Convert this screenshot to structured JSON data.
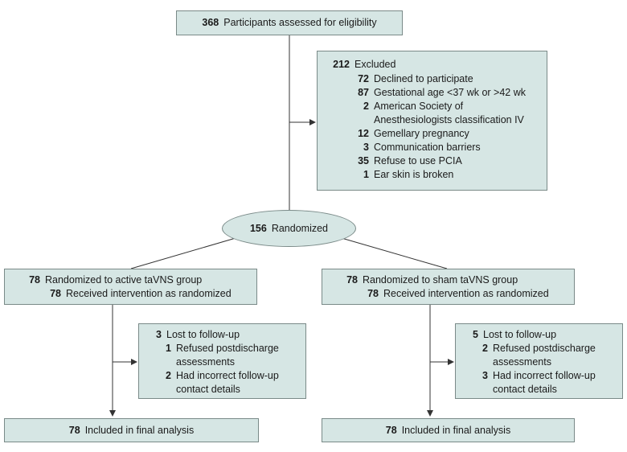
{
  "eligibility": {
    "n": "368",
    "text": "Participants assessed for eligibility"
  },
  "excluded": {
    "n": "212",
    "text": "Excluded",
    "reasons": [
      {
        "n": "72",
        "text": "Declined to participate"
      },
      {
        "n": "87",
        "text": "Gestational age <37 wk or >42 wk"
      },
      {
        "n": "2",
        "text": "American Society of Anesthesiologists classification IV"
      },
      {
        "n": "12",
        "text": "Gemellary pregnancy"
      },
      {
        "n": "3",
        "text": "Communication barriers"
      },
      {
        "n": "35",
        "text": "Refuse to use PCIA"
      },
      {
        "n": "1",
        "text": "Ear skin is broken"
      }
    ]
  },
  "randomized": {
    "n": "156",
    "text": "Randomized"
  },
  "active": {
    "alloc": {
      "n": "78",
      "text": "Randomized to active taVNS group"
    },
    "received": {
      "n": "78",
      "text": "Received intervention as randomized"
    },
    "lost": {
      "n": "3",
      "text": "Lost to follow-up"
    },
    "lost_reasons": [
      {
        "n": "1",
        "text": "Refused postdischarge assessments"
      },
      {
        "n": "2",
        "text": "Had incorrect follow-up contact details"
      }
    ],
    "analysis": {
      "n": "78",
      "text": "Included in final analysis"
    }
  },
  "sham": {
    "alloc": {
      "n": "78",
      "text": "Randomized to sham taVNS group"
    },
    "received": {
      "n": "78",
      "text": "Received intervention as randomized"
    },
    "lost": {
      "n": "5",
      "text": "Lost to follow-up"
    },
    "lost_reasons": [
      {
        "n": "2",
        "text": "Refused postdischarge assessments"
      },
      {
        "n": "3",
        "text": "Had incorrect follow-up contact details"
      }
    ],
    "analysis": {
      "n": "78",
      "text": "Included in final analysis"
    }
  }
}
